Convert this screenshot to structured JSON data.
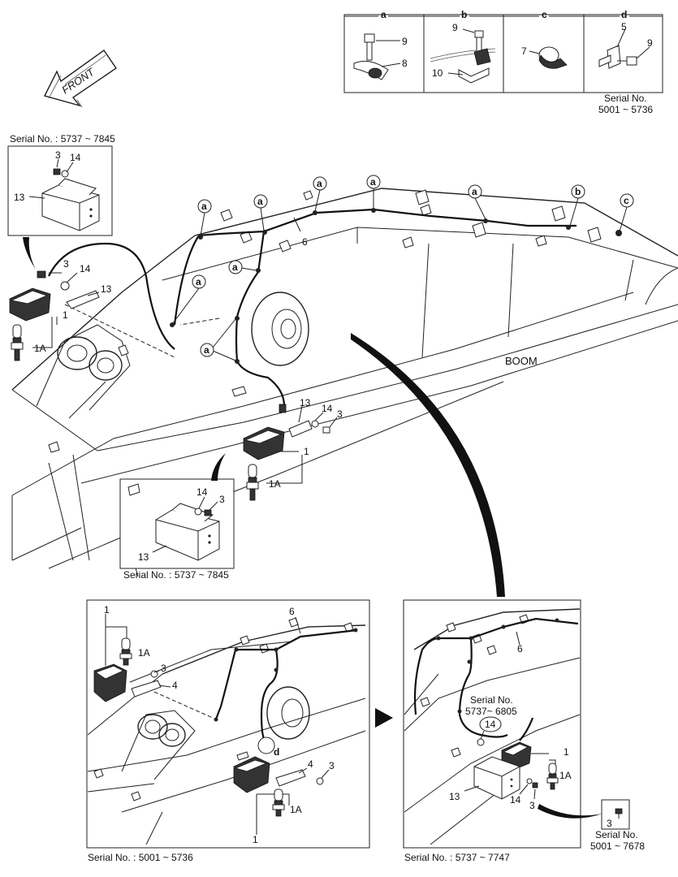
{
  "front_arrow": {
    "label": "FRONT"
  },
  "detail_table": {
    "columns": [
      {
        "letter": "a",
        "parts": [
          "9",
          "8"
        ]
      },
      {
        "letter": "b",
        "parts": [
          "9",
          "10"
        ]
      },
      {
        "letter": "c",
        "parts": [
          "7"
        ]
      },
      {
        "letter": "d",
        "parts": [
          "5",
          "9"
        ]
      }
    ],
    "serial_line1": "Serial No.",
    "serial_line2": "5001 ~ 5736"
  },
  "main": {
    "boom_label": "BOOM",
    "cable_label": "6",
    "callouts": [
      "a",
      "a",
      "a",
      "a",
      "a",
      "a",
      "a",
      "a",
      "b",
      "c"
    ],
    "left_lamp": [
      "3",
      "14",
      "13",
      "1",
      "1A"
    ],
    "right_lamp": [
      "13",
      "14",
      "3",
      "1",
      "1A"
    ]
  },
  "inset_top_left": {
    "serial": "Serial No.  : 5737 ~ 7845",
    "parts": [
      "3",
      "14",
      "13"
    ]
  },
  "inset_mid": {
    "serial": "Serial No.  : 5737 ~ 7845",
    "parts": [
      "14",
      "3",
      "13"
    ]
  },
  "panel_left": {
    "serial": "Serial No.  : 5001 ~ 5736",
    "parts_top": [
      "1",
      "1A",
      "3",
      "4"
    ],
    "cable": "6",
    "callout": "d",
    "parts_bottom": [
      "4",
      "3",
      "1A",
      "1"
    ]
  },
  "panel_right": {
    "serial": "Serial No.  : 5737 ~ 7747",
    "cable": "6",
    "note_line1": "Serial No.",
    "note_line2": "5737~ 6805",
    "note_part": "14",
    "parts": [
      "1",
      "1A",
      "13",
      "14",
      "3"
    ]
  },
  "inset_small": {
    "part": "3",
    "serial_line1": "Serial No.",
    "serial_line2": "5001 ~ 7678"
  }
}
